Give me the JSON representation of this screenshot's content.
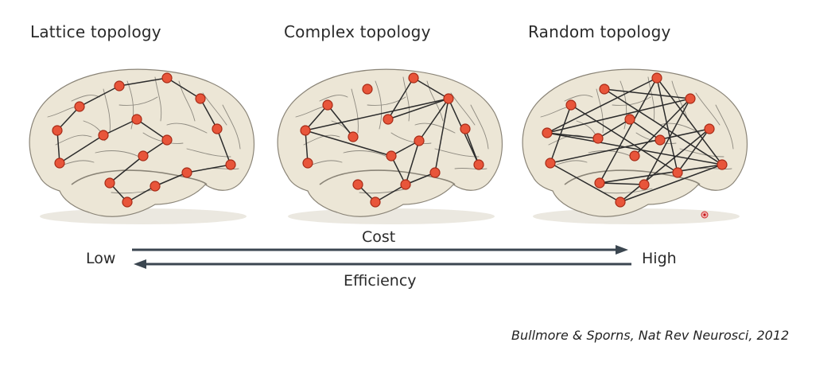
{
  "titles": {
    "lattice": "Lattice topology",
    "complex": "Complex topology",
    "random": "Random topology"
  },
  "scale": {
    "low": "Low",
    "high": "High",
    "cost": "Cost",
    "efficiency": "Efficiency"
  },
  "citation": "Bullmore & Sporns, Nat Rev Neurosci, 2012",
  "colors": {
    "brain_fill": "#ece6d6",
    "brain_outline": "#8a8477",
    "sulci": "#8e8a80",
    "node_fill": "#e8553a",
    "node_stroke": "#a62a16",
    "edge": "#2b2b2b",
    "arrow": "#3b4650"
  },
  "icons": {
    "pointer": "red-dot-cursor-icon"
  }
}
